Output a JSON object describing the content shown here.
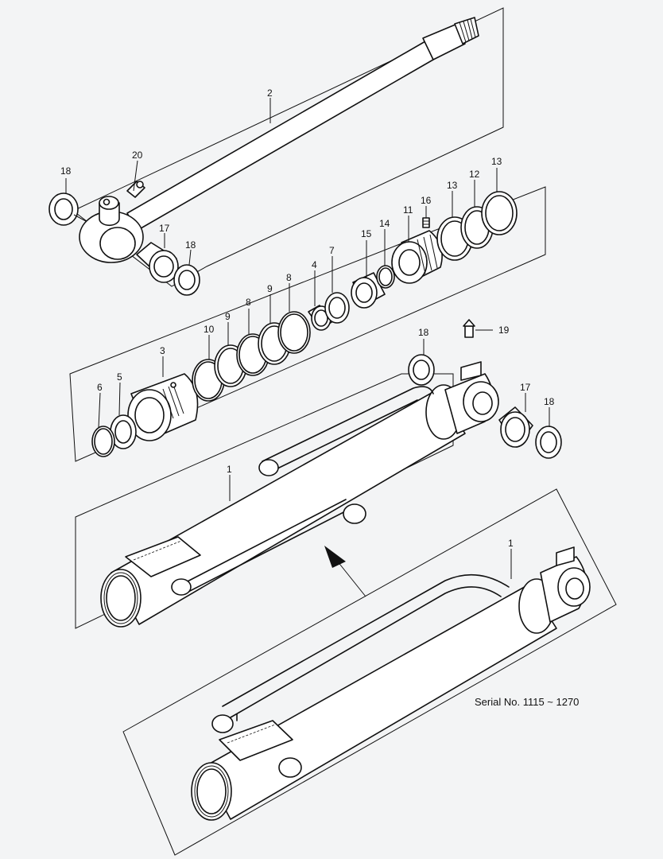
{
  "callouts": {
    "c1a": "1",
    "c1b": "1",
    "c2": "2",
    "c3": "3",
    "c4": "4",
    "c5": "5",
    "c6": "6",
    "c7": "7",
    "c8a": "8",
    "c8b": "8",
    "c9a": "9",
    "c9b": "9",
    "c10": "10",
    "c11": "11",
    "c12": "12",
    "c13a": "13",
    "c13b": "13",
    "c14": "14",
    "c15": "15",
    "c16": "16",
    "c17a": "17",
    "c17b": "17",
    "c18a": "18",
    "c18b": "18",
    "c18c": "18",
    "c18d": "18",
    "c19": "19",
    "c20": "20"
  },
  "serial_note": "Serial No. 1115 ~ 1270"
}
